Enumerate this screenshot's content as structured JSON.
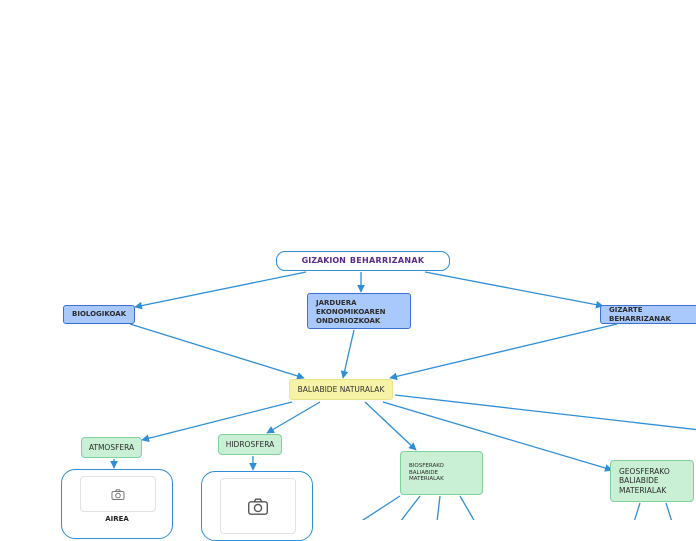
{
  "nodes": {
    "root": {
      "prefix": "GIZAKION",
      "emphasis": "BEHARRIZANAK"
    },
    "biologikoak": "BIOLOGIKOAK",
    "jarduera": "JARDUERA EKONOMIKOAREN ONDORIOZKOAK",
    "gizarte": "GIZARTE BEHARRIZANAK",
    "baliabide": "BALIABIDE NATURALAK",
    "atmosfera": "ATMOSFERA",
    "hidrosfera": "HIDROSFERA",
    "biosferako": "BIOSFERAKO BALIABIDE MATERIALAK",
    "geosferako": "GEOSFERAKO BALIABIDE MATERIALAK",
    "airea": "AIREA"
  },
  "icons": [
    "camera-icon"
  ],
  "colors": {
    "connector": "#2f8fd6",
    "blue_fill": "#a9c8fb",
    "yellow_fill": "#f6f3a6",
    "green_fill": "#c9efd5",
    "root_text": "#5a2a8a"
  }
}
